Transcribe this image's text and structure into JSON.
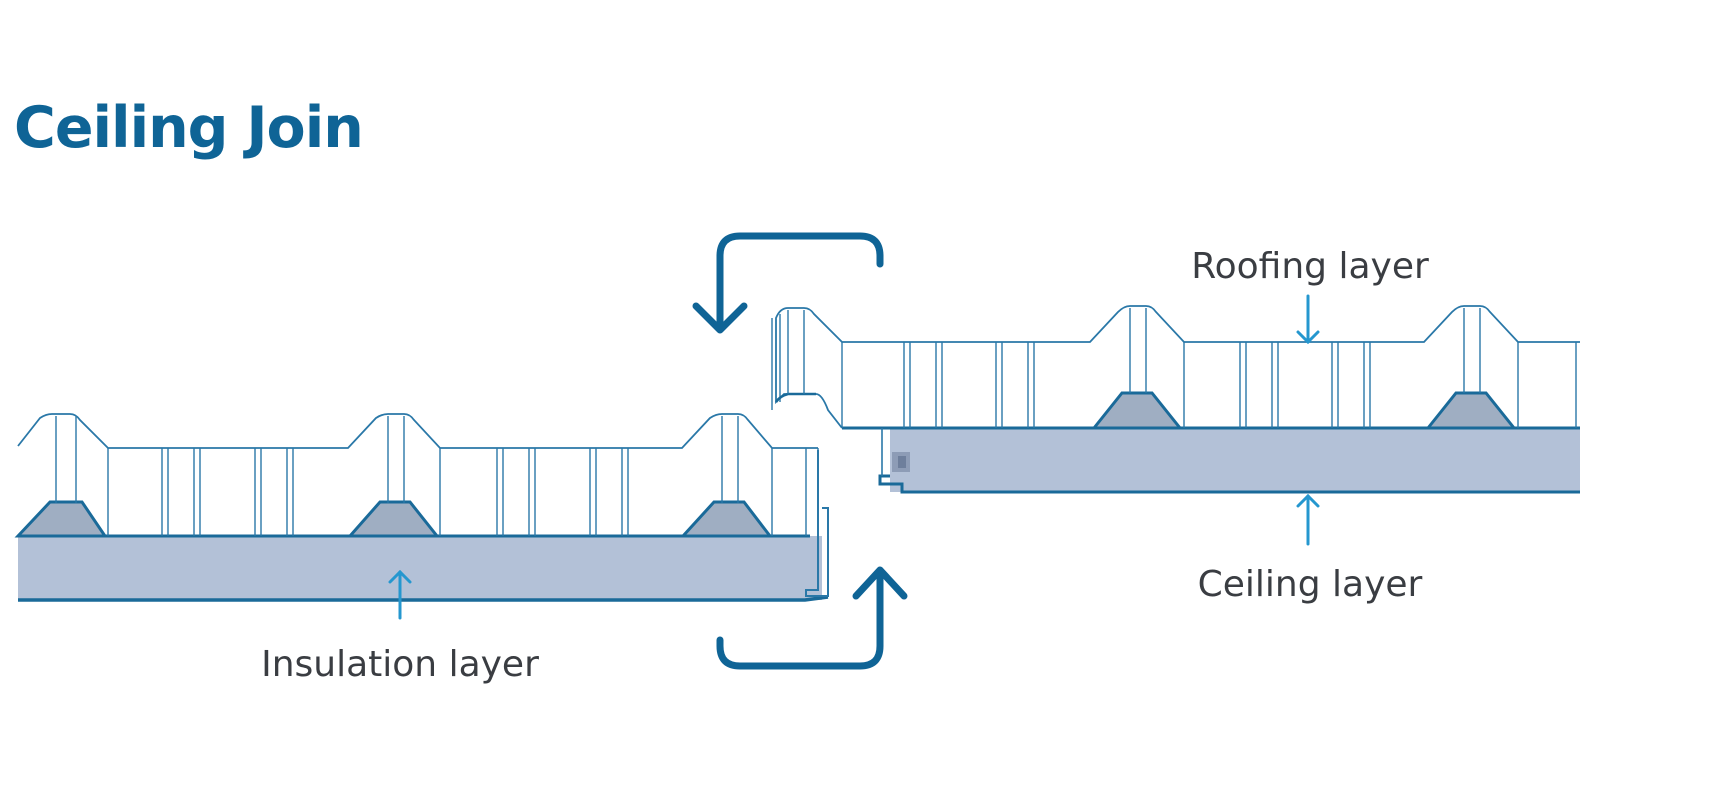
{
  "title": "Ceiling Join",
  "labels": {
    "roofing": "Roofing layer",
    "ceiling": "Ceiling layer",
    "insulation": "Insulation layer"
  },
  "colors": {
    "title": "#0f6496",
    "outline": "#1a6a99",
    "thin_outline": "#2a78a8",
    "pointer_arrow": "#2597cf",
    "insulation_fill": "#b3c1d7",
    "rib_fill": "#9faec2",
    "label_text": "#3a3d42"
  },
  "icons": [
    "curved-arrow-down-icon",
    "curved-arrow-up-icon",
    "pointer-arrow-icon"
  ]
}
